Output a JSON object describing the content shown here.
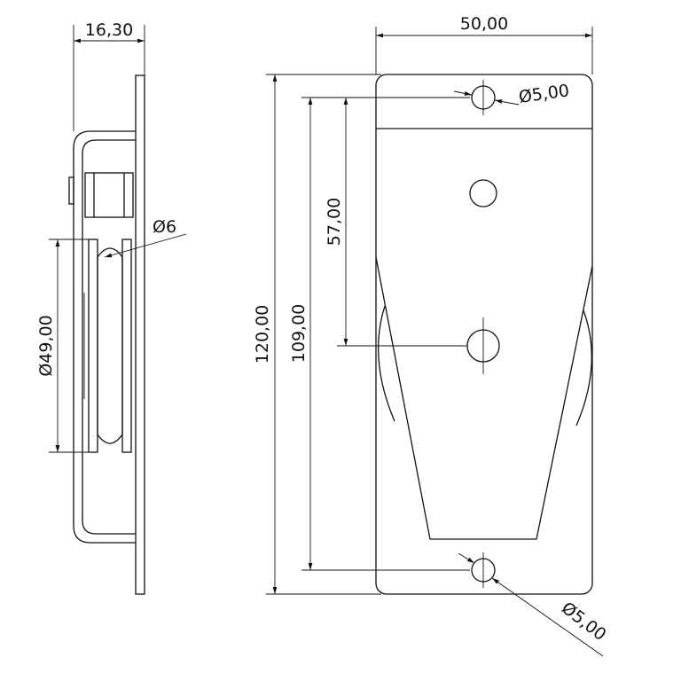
{
  "dimensions": {
    "side_thickness": "16,30",
    "width": "50,00",
    "top_hole_diameter": "Ø5,00",
    "bottom_hole_diameter": "Ø5,00",
    "rope_diameter": "Ø6",
    "hole_spacing": "57,00",
    "total_height": "120,00",
    "mounting_hole_spacing": "109,00",
    "sheave_diameter": "Ø49,00"
  },
  "colors": {
    "line": "#111111",
    "background": "#ffffff"
  }
}
